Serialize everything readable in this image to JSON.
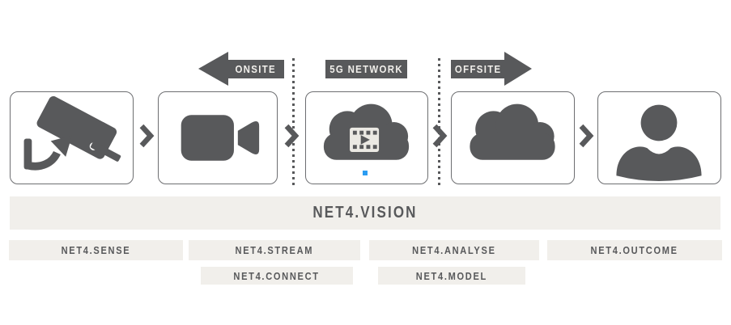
{
  "colors": {
    "dark": "#58595b",
    "light": "#f1efeb",
    "blue": "#2b9cf2",
    "border": "#6d6e71",
    "background": "#ffffff"
  },
  "flow": {
    "onsite": {
      "label": "ONSITE",
      "direction": "left"
    },
    "network": {
      "label": "5G NETWORK"
    },
    "offsite": {
      "label": "OFFSITE",
      "direction": "right"
    }
  },
  "pipeline": {
    "boxes": [
      {
        "icon": "cctv-camera-icon"
      },
      {
        "icon": "video-camera-icon"
      },
      {
        "icon": "cloud-film-icon",
        "indicator": "blue-square"
      },
      {
        "icon": "cloud-icon"
      },
      {
        "icon": "user-icon"
      }
    ],
    "connector": "chevron-right"
  },
  "banner": {
    "label": "NET4.VISION"
  },
  "modules": {
    "row1": [
      "NET4.SENSE",
      "NET4.STREAM",
      "NET4.ANALYSE",
      "NET4.OUTCOME"
    ],
    "row2": [
      "NET4.CONNECT",
      "NET4.MODEL"
    ]
  }
}
